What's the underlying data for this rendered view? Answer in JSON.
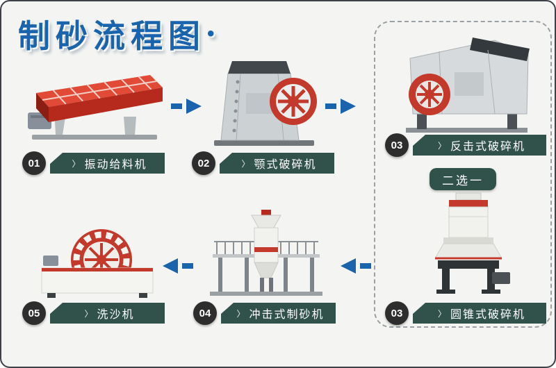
{
  "title": {
    "text": "制砂流程图",
    "suffix": "•"
  },
  "flow": {
    "steps": [
      {
        "number": "01",
        "label": "振动给料机",
        "machine": "vibrating-feeder"
      },
      {
        "number": "02",
        "label": "颚式破碎机",
        "machine": "jaw-crusher"
      },
      {
        "number": "03",
        "label": "反击式破碎机",
        "machine": "impact-crusher"
      },
      {
        "number": "03",
        "label": "圆锥式破碎机",
        "machine": "cone-crusher"
      },
      {
        "number": "04",
        "label": "冲击式制砂机",
        "machine": "vsi-sand-maker"
      },
      {
        "number": "05",
        "label": "洗沙机",
        "machine": "sand-washer"
      }
    ],
    "choice_label": "二选一"
  },
  "icons": {
    "step_chevron": "〉"
  },
  "colors": {
    "accent_blue": "#1a64ad",
    "ribbon": "#31514b",
    "circle": "#2d2d2d",
    "machine_red": "#c3392b",
    "background": "#f4f5f2",
    "frame_border": "#3d4046"
  }
}
